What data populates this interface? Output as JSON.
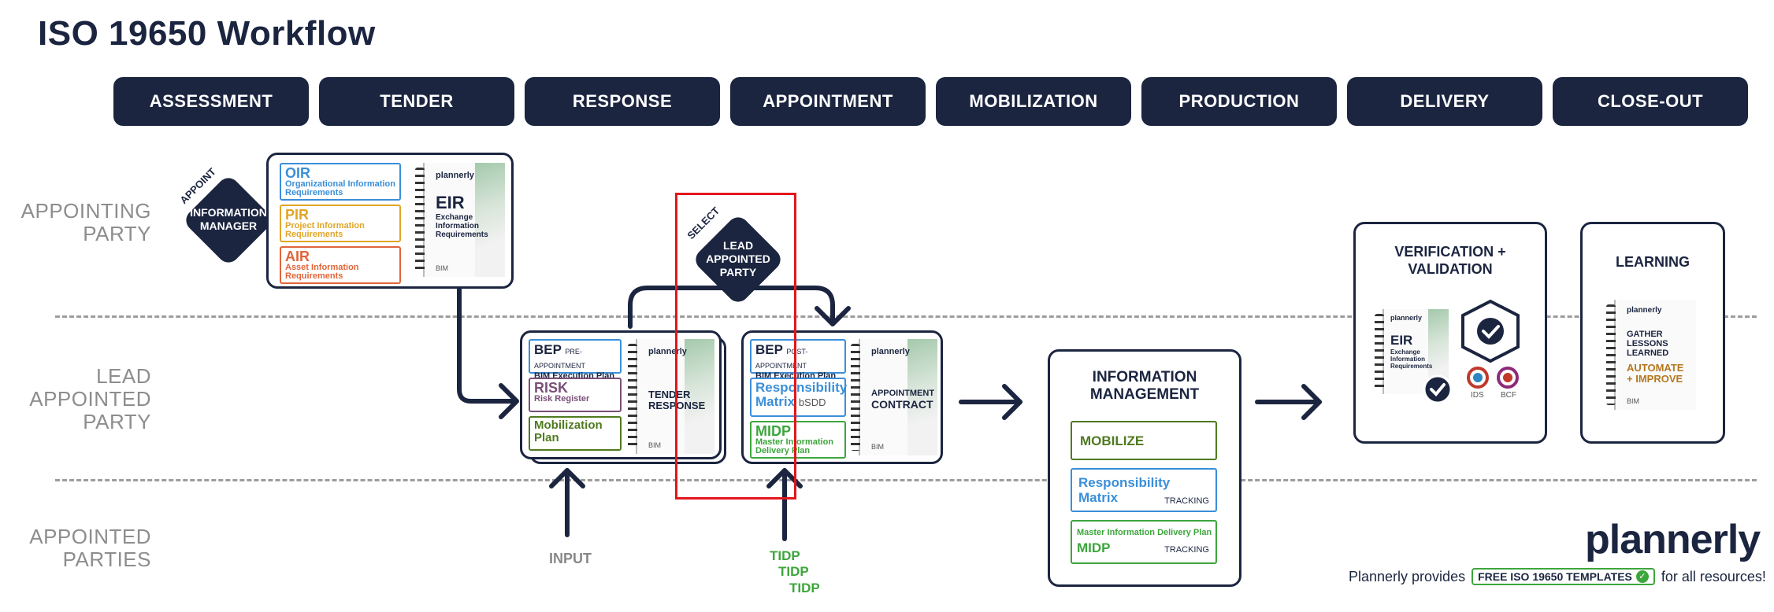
{
  "title": "ISO 19650 Workflow",
  "phases": [
    "ASSESSMENT",
    "TENDER",
    "RESPONSE",
    "APPOINTMENT",
    "MOBILIZATION",
    "PRODUCTION",
    "DELIVERY",
    "CLOSE-OUT"
  ],
  "rows": {
    "appointing": [
      "APPOINTING",
      "PARTY"
    ],
    "lead": [
      "LEAD",
      "APPOINTED",
      "PARTY"
    ],
    "appointed": [
      "APPOINTED",
      "PARTIES"
    ]
  },
  "appoint_label": "APPOINT",
  "information_manager": [
    "INFORMATION",
    "MANAGER"
  ],
  "select_label": "SELECT",
  "lead_appointed_party": [
    "LEAD",
    "APPOINTED",
    "PARTY"
  ],
  "eir_card": {
    "oir": {
      "abbr": "OIR",
      "text": [
        "Organizational Information",
        "Requirements"
      ],
      "color": "#3a8fd9"
    },
    "pir": {
      "abbr": "PIR",
      "text": [
        "Project Information",
        "Requirements"
      ],
      "color": "#e0a526"
    },
    "air": {
      "abbr": "AIR",
      "text": [
        "Asset Information",
        "Requirements"
      ],
      "color": "#e0653a"
    },
    "book_brand": "plannerly",
    "book_title": "EIR",
    "book_sub": [
      "Exchange",
      "Information",
      "Requirements"
    ],
    "book_foot": "BIM"
  },
  "tender_card": {
    "bep_abbr": "BEP",
    "bep_tag": "PRE-APPOINTMENT",
    "bep_text": "BIM Execution Plan",
    "risk_abbr": "RISK",
    "risk_text": "Risk Register",
    "mob_text": [
      "Mobilization",
      "Plan"
    ],
    "book_brand": "plannerly",
    "book_title": [
      "TENDER",
      "RESPONSE"
    ],
    "book_foot": "BIM"
  },
  "appointment_card": {
    "bep_abbr": "BEP",
    "bep_tag": "POST-APPOINTMENT",
    "bep_text": "BIM Execution Plan",
    "resp_text": [
      "Responsibility",
      "Matrix"
    ],
    "bsdd": "bSDD",
    "midp_abbr": "MIDP",
    "midp_text": [
      "Master Information",
      "Delivery Plan"
    ],
    "book_brand": "plannerly",
    "book_title": [
      "APPOINTMENT",
      "CONTRACT"
    ],
    "book_foot": "BIM"
  },
  "info_mgmt": {
    "title": [
      "INFORMATION",
      "MANAGEMENT"
    ],
    "mobilize": "MOBILIZE",
    "resp": [
      "Responsibility",
      "Matrix"
    ],
    "resp_tracking": "TRACKING",
    "midp_small": "Master Information Delivery Plan",
    "midp": "MIDP",
    "midp_tracking": "TRACKING"
  },
  "verification": {
    "title": [
      "VERIFICATION +",
      "VALIDATION"
    ],
    "book_brand": "plannerly",
    "book_title": "EIR",
    "book_sub": [
      "Exchange",
      "Information",
      "Requirements"
    ],
    "ids": "IDS",
    "bcf": "BCF"
  },
  "learning": {
    "title": "LEARNING",
    "book_brand": "plannerly",
    "book_lines": [
      "GATHER",
      "LESSONS",
      "LEARNED"
    ],
    "book_accent": [
      "AUTOMATE",
      "+ IMPROVE"
    ],
    "book_foot": "BIM"
  },
  "input_label": "INPUT",
  "tidp": [
    "TIDP",
    "TIDP",
    "TIDP"
  ],
  "brand": "plannerly",
  "footer": {
    "pre": "Plannerly provides",
    "badge": "FREE ISO 19650 TEMPLATES",
    "post": "for all resources!"
  },
  "colors": {
    "navy": "#1b2540",
    "highlight": "#e3161b",
    "green": "#4f7a1f",
    "blue": "#3a8fd9",
    "purple": "#7a4f78",
    "tidp_green": "#3ca63c"
  }
}
